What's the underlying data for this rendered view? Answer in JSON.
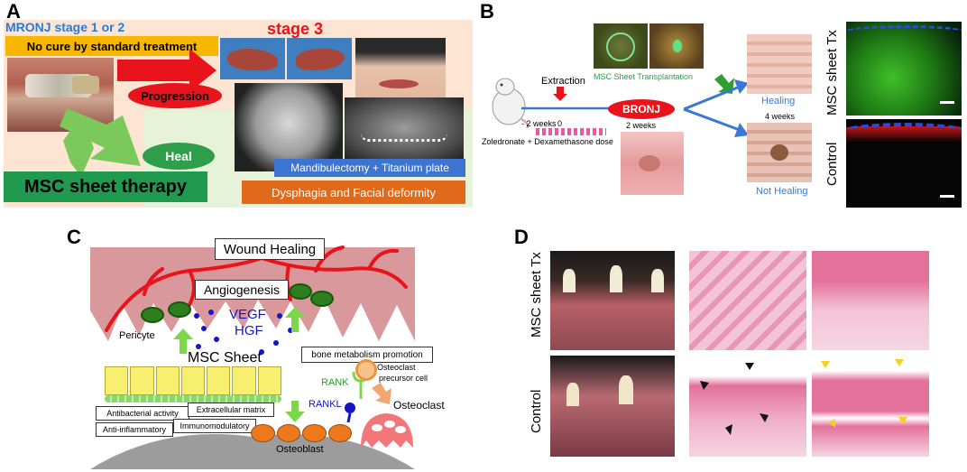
{
  "panels": {
    "a": {
      "label": "A",
      "title": "MRONJ stage 1 or 2",
      "no_cure": "No cure by standard treatment",
      "stage3": "stage 3",
      "progression": "Progression",
      "heal": "Heal",
      "msc_therapy": "MSC sheet therapy",
      "mandibulectomy": "Mandibulectomy + Titanium plate",
      "dysphagia": "Dysphagia and Facial deformity"
    },
    "b": {
      "label": "B",
      "extraction": "Extraction",
      "msc_transplant": "MSC Sheet Transplantation",
      "time_minus2": "- 2 weeks",
      "time_0": "0",
      "drug": "Zoledronate + Dexamethasone dose",
      "bronj": "BRONJ",
      "two_weeks": "2 weeks",
      "four_weeks": "4 weeks",
      "healing": "Healing",
      "not_healing": "Not Healing",
      "row_msc": "MSC sheet Tx",
      "row_control": "Control"
    },
    "c": {
      "label": "C",
      "wound": "Wound Healing",
      "angio": "Angiogenesis",
      "vegf": "VEGF",
      "hgf": "HGF",
      "pericyte": "Pericyte",
      "msc_sheet": "MSC Sheet",
      "bone_meta": "bone metabolism promotion",
      "rank": "RANK",
      "rankl": "RANKL",
      "osteoclast_pre": "Osteoclast",
      "precursor": "precursor cell",
      "osteoclast": "Osteoclast",
      "antibacterial": "Antibacterial activity",
      "extracellular": "Extracellular matrix",
      "antiinflam": "Anti-inflammatory",
      "immuno": "Immunomodulatory",
      "osteoblast": "Osteoblast"
    },
    "d": {
      "label": "D",
      "row_msc": "MSC sheet Tx",
      "row_control": "Control"
    }
  },
  "colors": {
    "red": "#e8131b",
    "green": "#2e9e4a",
    "blue": "#2e5cc8",
    "orange": "#e06a1c",
    "yellow": "#f7c20a",
    "gum": "#d9999c"
  }
}
